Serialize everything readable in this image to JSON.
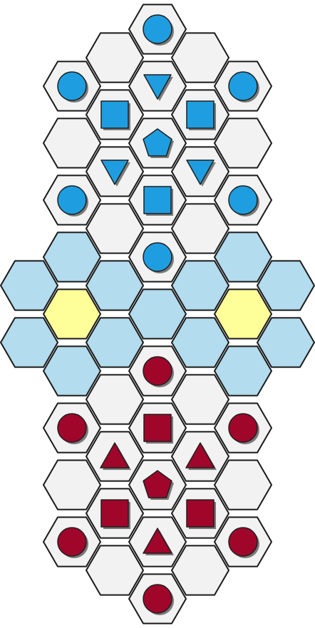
{
  "board": {
    "colors": {
      "cell_plain": "#f2f2f2",
      "cell_water": "#b3dcee",
      "cell_highlight": "#ffff99",
      "player_blue": "#1e9ee0",
      "player_red": "#a0062a",
      "piece_shadow": "#7a7a7a"
    },
    "cells": [
      {
        "c": 3,
        "r": 0,
        "t": "plain"
      },
      {
        "c": 2,
        "r": 0.5,
        "t": "plain"
      },
      {
        "c": 4,
        "r": 0.5,
        "t": "plain"
      },
      {
        "c": 1,
        "r": 1,
        "t": "plain"
      },
      {
        "c": 3,
        "r": 1,
        "t": "plain"
      },
      {
        "c": 5,
        "r": 1,
        "t": "plain"
      },
      {
        "c": 2,
        "r": 1.5,
        "t": "plain"
      },
      {
        "c": 4,
        "r": 1.5,
        "t": "plain"
      },
      {
        "c": 1,
        "r": 2,
        "t": "plain"
      },
      {
        "c": 3,
        "r": 2,
        "t": "plain"
      },
      {
        "c": 5,
        "r": 2,
        "t": "plain"
      },
      {
        "c": 2,
        "r": 2.5,
        "t": "plain"
      },
      {
        "c": 4,
        "r": 2.5,
        "t": "plain"
      },
      {
        "c": 1,
        "r": 3,
        "t": "plain"
      },
      {
        "c": 3,
        "r": 3,
        "t": "plain"
      },
      {
        "c": 5,
        "r": 3,
        "t": "plain"
      },
      {
        "c": 2,
        "r": 3.5,
        "t": "plain"
      },
      {
        "c": 4,
        "r": 3.5,
        "t": "plain"
      },
      {
        "c": 1,
        "r": 4,
        "t": "water"
      },
      {
        "c": 3,
        "r": 4,
        "t": "plain"
      },
      {
        "c": 5,
        "r": 4,
        "t": "water"
      },
      {
        "c": 0,
        "r": 4.5,
        "t": "water"
      },
      {
        "c": 2,
        "r": 4.5,
        "t": "water"
      },
      {
        "c": 4,
        "r": 4.5,
        "t": "water"
      },
      {
        "c": 6,
        "r": 4.5,
        "t": "water"
      },
      {
        "c": 1,
        "r": 5,
        "t": "highlight"
      },
      {
        "c": 3,
        "r": 5,
        "t": "water"
      },
      {
        "c": 5,
        "r": 5,
        "t": "highlight"
      },
      {
        "c": 0,
        "r": 5.5,
        "t": "water"
      },
      {
        "c": 2,
        "r": 5.5,
        "t": "water"
      },
      {
        "c": 4,
        "r": 5.5,
        "t": "water"
      },
      {
        "c": 6,
        "r": 5.5,
        "t": "water"
      },
      {
        "c": 1,
        "r": 6,
        "t": "water"
      },
      {
        "c": 3,
        "r": 6,
        "t": "plain"
      },
      {
        "c": 5,
        "r": 6,
        "t": "water"
      },
      {
        "c": 2,
        "r": 6.5,
        "t": "plain"
      },
      {
        "c": 4,
        "r": 6.5,
        "t": "plain"
      },
      {
        "c": 1,
        "r": 7,
        "t": "plain"
      },
      {
        "c": 3,
        "r": 7,
        "t": "plain"
      },
      {
        "c": 5,
        "r": 7,
        "t": "plain"
      },
      {
        "c": 2,
        "r": 7.5,
        "t": "plain"
      },
      {
        "c": 4,
        "r": 7.5,
        "t": "plain"
      },
      {
        "c": 1,
        "r": 8,
        "t": "plain"
      },
      {
        "c": 3,
        "r": 8,
        "t": "plain"
      },
      {
        "c": 5,
        "r": 8,
        "t": "plain"
      },
      {
        "c": 2,
        "r": 8.5,
        "t": "plain"
      },
      {
        "c": 4,
        "r": 8.5,
        "t": "plain"
      },
      {
        "c": 1,
        "r": 9,
        "t": "plain"
      },
      {
        "c": 3,
        "r": 9,
        "t": "plain"
      },
      {
        "c": 5,
        "r": 9,
        "t": "plain"
      },
      {
        "c": 2,
        "r": 9.5,
        "t": "plain"
      },
      {
        "c": 4,
        "r": 9.5,
        "t": "plain"
      },
      {
        "c": 3,
        "r": 10,
        "t": "plain"
      }
    ],
    "pieces": [
      {
        "c": 3,
        "r": 0,
        "shape": "circle",
        "player": "blue"
      },
      {
        "c": 1,
        "r": 1,
        "shape": "circle",
        "player": "blue"
      },
      {
        "c": 3,
        "r": 1,
        "shape": "triangle-down",
        "player": "blue"
      },
      {
        "c": 5,
        "r": 1,
        "shape": "circle",
        "player": "blue"
      },
      {
        "c": 2,
        "r": 1.5,
        "shape": "square",
        "player": "blue"
      },
      {
        "c": 4,
        "r": 1.5,
        "shape": "square",
        "player": "blue"
      },
      {
        "c": 3,
        "r": 2,
        "shape": "pentagon",
        "player": "blue"
      },
      {
        "c": 2,
        "r": 2.5,
        "shape": "triangle-down",
        "player": "blue"
      },
      {
        "c": 4,
        "r": 2.5,
        "shape": "triangle-down",
        "player": "blue"
      },
      {
        "c": 1,
        "r": 3,
        "shape": "circle",
        "player": "blue"
      },
      {
        "c": 3,
        "r": 3,
        "shape": "square",
        "player": "blue"
      },
      {
        "c": 5,
        "r": 3,
        "shape": "circle",
        "player": "blue"
      },
      {
        "c": 3,
        "r": 4,
        "shape": "circle",
        "player": "blue"
      },
      {
        "c": 3,
        "r": 6,
        "shape": "circle",
        "player": "red"
      },
      {
        "c": 1,
        "r": 7,
        "shape": "circle",
        "player": "red"
      },
      {
        "c": 3,
        "r": 7,
        "shape": "square",
        "player": "red"
      },
      {
        "c": 5,
        "r": 7,
        "shape": "circle",
        "player": "red"
      },
      {
        "c": 2,
        "r": 7.5,
        "shape": "triangle-up",
        "player": "red"
      },
      {
        "c": 4,
        "r": 7.5,
        "shape": "triangle-up",
        "player": "red"
      },
      {
        "c": 3,
        "r": 8,
        "shape": "pentagon",
        "player": "red"
      },
      {
        "c": 2,
        "r": 8.5,
        "shape": "square",
        "player": "red"
      },
      {
        "c": 4,
        "r": 8.5,
        "shape": "square",
        "player": "red"
      },
      {
        "c": 1,
        "r": 9,
        "shape": "circle",
        "player": "red"
      },
      {
        "c": 3,
        "r": 9,
        "shape": "triangle-up",
        "player": "red"
      },
      {
        "c": 5,
        "r": 9,
        "shape": "circle",
        "player": "red"
      },
      {
        "c": 3,
        "r": 10,
        "shape": "circle",
        "player": "red"
      }
    ]
  }
}
